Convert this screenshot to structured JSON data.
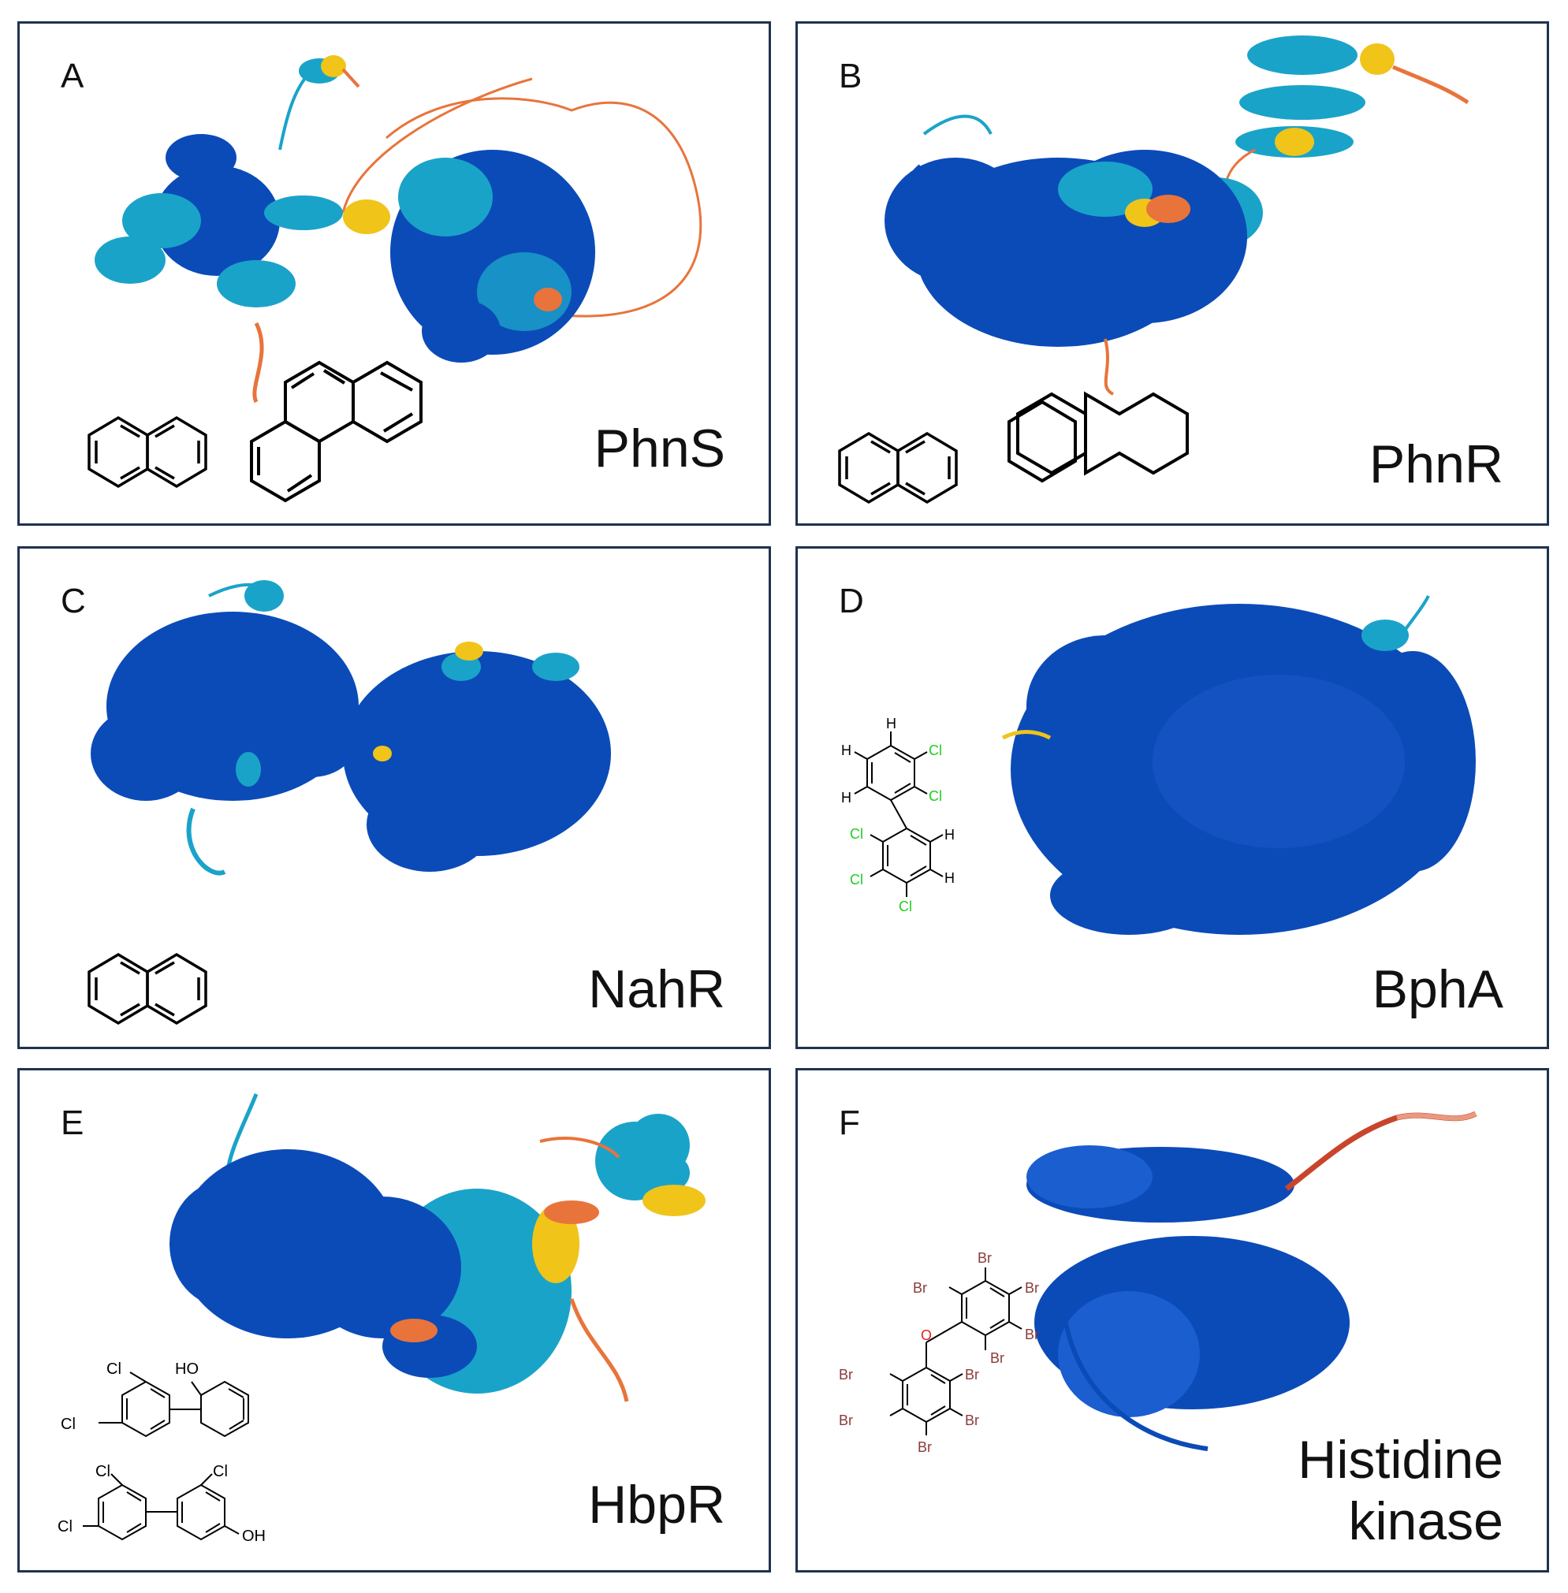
{
  "panels": [
    {
      "letter": "A",
      "protein": "PhnS",
      "ligands": [
        "naphthalene-structure",
        "phenanthrene-structure"
      ]
    },
    {
      "letter": "B",
      "protein": "PhnR",
      "ligands": [
        "naphthalene-structure",
        "phenanthrene-structure"
      ]
    },
    {
      "letter": "C",
      "protein": "NahR",
      "ligands": [
        "naphthalene-structure"
      ]
    },
    {
      "letter": "D",
      "protein": "BphA",
      "ligands": [
        "pcb-structure"
      ]
    },
    {
      "letter": "E",
      "protein": "HbpR",
      "ligands": [
        "hydroxy-pcb-structure",
        "hydroxy-pcb-structure-2"
      ]
    },
    {
      "letter": "F",
      "protein_line1": "Histidine",
      "protein_line2": "kinase",
      "ligands": [
        "pbde-structure"
      ]
    }
  ],
  "atoms": {
    "d": {
      "h1": "H",
      "h2": "H",
      "h3": "H",
      "h4": "H",
      "h5": "H",
      "cl1": "Cl",
      "cl2": "Cl",
      "cl3": "Cl",
      "cl4": "Cl",
      "cl5": "Cl"
    },
    "e": {
      "cl1": "Cl",
      "cl2": "Cl",
      "ho": "HO",
      "cl3": "Cl",
      "cl4": "Cl",
      "cl5": "Cl",
      "oh": "OH"
    },
    "f": {
      "br1": "Br",
      "br2": "Br",
      "br3": "Br",
      "br4": "Br",
      "br5": "Br",
      "o": "O",
      "br6": "Br",
      "br7": "Br",
      "br8": "Br",
      "br9": "Br",
      "br10": "Br"
    }
  },
  "colors": {
    "border": "#1f3350",
    "very_high_confidence": "#0b4bb8",
    "confident": "#1aa3c9",
    "low_confidence": "#f0c419",
    "very_low_confidence": "#e8743b",
    "chlorine": "#22cc22",
    "bromine": "#8b3a3a",
    "oxygen": "#dd2222"
  }
}
